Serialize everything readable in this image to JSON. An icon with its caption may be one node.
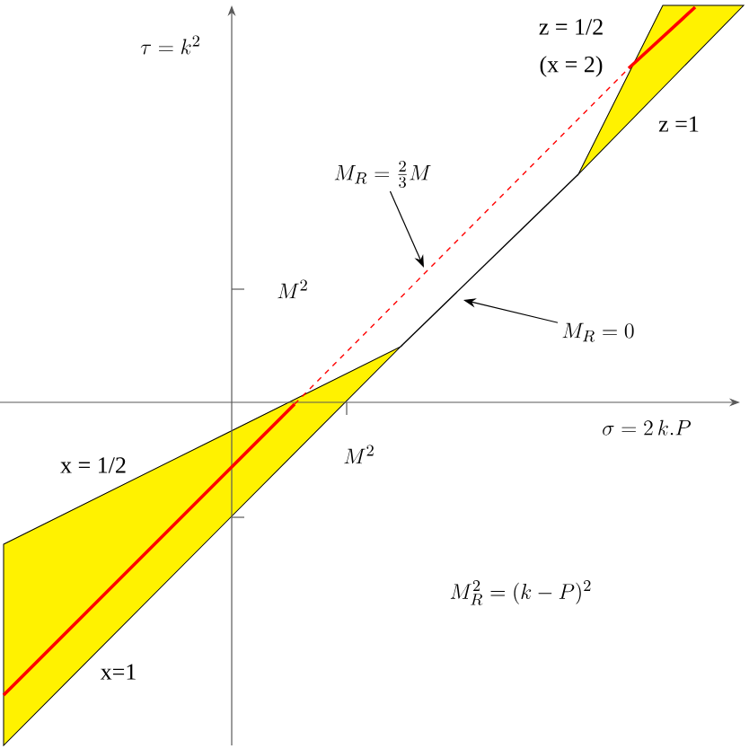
{
  "diagram": {
    "nodes": [
      {
        "text": [
          "M_R = \\frac{2}{3} M"
        ]
      },
      {
        "text": [
          "M_R = 0"
        ]
      }
    ],
    "edges": [
      {
        "from": 0,
        "to": null,
        "arrow": "to"
      },
      {
        "from": 1,
        "to": null,
        "arrow": "to"
      }
    ],
    "labels": [
      "\\tau = k^2",
      "z = 1/2",
      "(x = 2)",
      "z =1",
      "M^2",
      "\\sigma = 2\\,k.P",
      "M^2",
      "x = 1/2",
      "M_R^2 = (k-P)^2",
      "x=1"
    ]
  }
}
